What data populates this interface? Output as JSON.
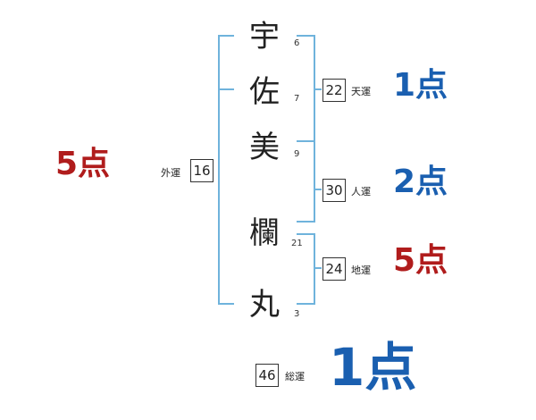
{
  "name_chars": [
    {
      "char": "宇",
      "strokes": "6"
    },
    {
      "char": "佐",
      "strokes": "7"
    },
    {
      "char": "美",
      "strokes": "9"
    },
    {
      "char": "欄",
      "strokes": "21"
    },
    {
      "char": "丸",
      "strokes": "3"
    }
  ],
  "gaiun": {
    "label": "外運",
    "value": "16",
    "score": "5点"
  },
  "tenun": {
    "label": "天運",
    "value": "22",
    "score": "1点"
  },
  "jinun": {
    "label": "人運",
    "value": "30",
    "score": "2点"
  },
  "chiun": {
    "label": "地運",
    "value": "24",
    "score": "5点"
  },
  "souun": {
    "label": "総運",
    "value": "46",
    "score": "1点"
  },
  "colors": {
    "bracket": "#6fb3dc",
    "score_blue": "#1a5fb0",
    "score_red": "#b01c1c"
  }
}
